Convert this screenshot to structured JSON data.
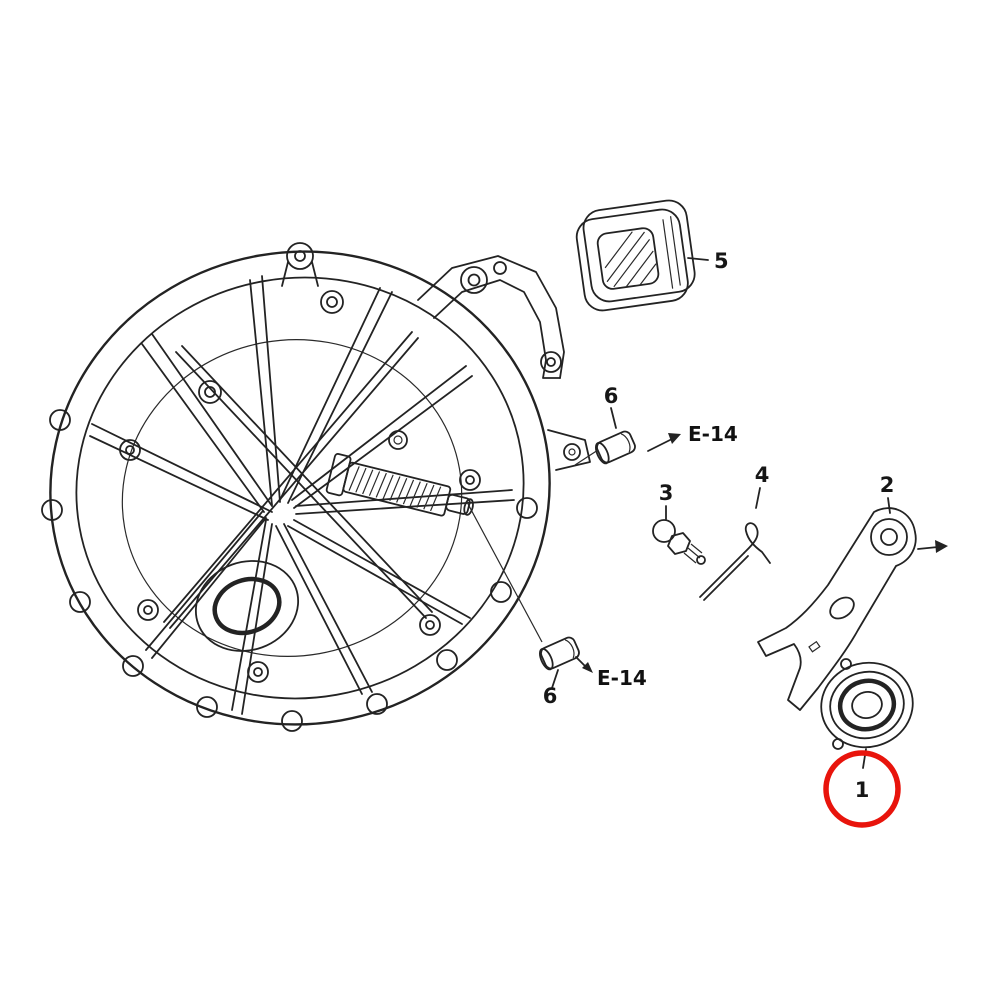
{
  "diagram": {
    "type": "exploded-parts-diagram",
    "subject": "transmission clutch housing with release bearing, release fork and related parts",
    "background": "#ffffff",
    "line_color": "#232323",
    "highlight_color": "#e8140c",
    "callouts": {
      "part_1": "1",
      "part_2": "2",
      "part_3": "3",
      "part_4": "4",
      "part_5": "5",
      "part_6_upper": "6",
      "part_6_lower": "6",
      "ref_e14_upper": "E-14",
      "ref_e14_lower": "E-14"
    }
  }
}
